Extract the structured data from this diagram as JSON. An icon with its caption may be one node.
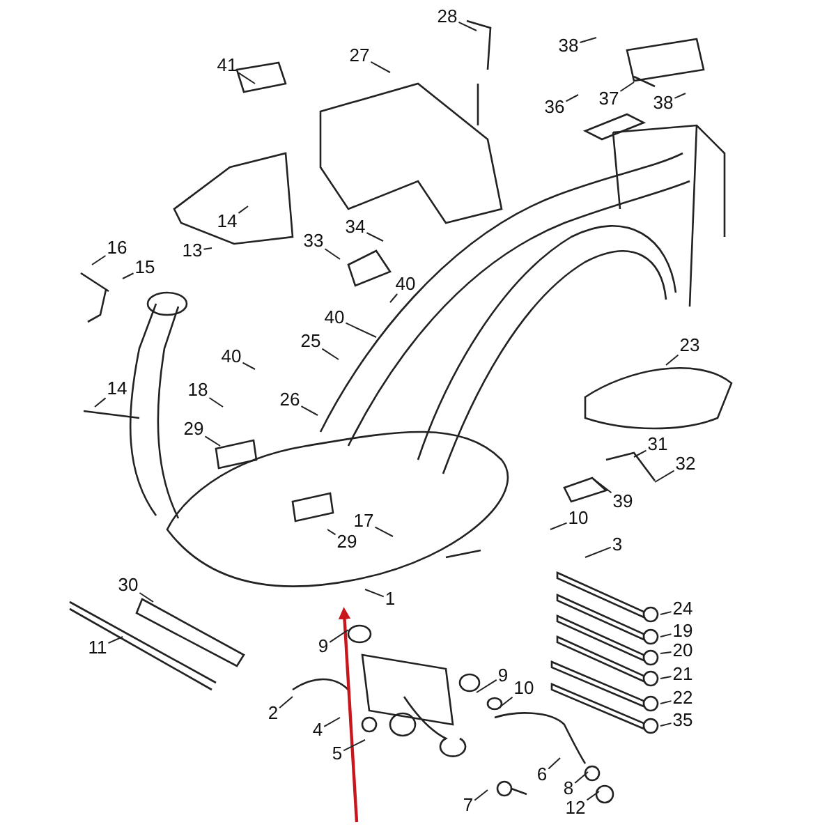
{
  "diagram": {
    "nodes": [
      {
        "text": [
          "41"
        ]
      },
      {
        "text": [
          "27"
        ]
      },
      {
        "text": [
          "28"
        ]
      },
      {
        "text": [
          "38"
        ]
      },
      {
        "text": [
          "36"
        ]
      },
      {
        "text": [
          "37"
        ]
      },
      {
        "text": [
          "38"
        ]
      },
      {
        "text": [
          "16"
        ]
      },
      {
        "text": [
          "15"
        ]
      },
      {
        "text": [
          "14"
        ]
      },
      {
        "text": [
          "13"
        ]
      },
      {
        "text": [
          "34"
        ]
      },
      {
        "text": [
          "33"
        ]
      },
      {
        "text": [
          "40"
        ]
      },
      {
        "text": [
          "40"
        ]
      },
      {
        "text": [
          "25"
        ]
      },
      {
        "text": [
          "40"
        ]
      },
      {
        "text": [
          "18"
        ]
      },
      {
        "text": [
          "26"
        ]
      },
      {
        "text": [
          "14"
        ]
      },
      {
        "text": [
          "23"
        ]
      },
      {
        "text": [
          "29"
        ]
      },
      {
        "text": [
          "31"
        ]
      },
      {
        "text": [
          "32"
        ]
      },
      {
        "text": [
          "39"
        ]
      },
      {
        "text": [
          "17"
        ]
      },
      {
        "text": [
          "10"
        ]
      },
      {
        "text": [
          "29"
        ]
      },
      {
        "text": [
          "3"
        ]
      },
      {
        "text": [
          "30"
        ]
      },
      {
        "text": [
          "1"
        ]
      },
      {
        "text": [
          "24"
        ]
      },
      {
        "text": [
          "19"
        ]
      },
      {
        "text": [
          "11"
        ]
      },
      {
        "text": [
          "9"
        ]
      },
      {
        "text": [
          "20"
        ]
      },
      {
        "text": [
          "21"
        ]
      },
      {
        "text": [
          "9"
        ]
      },
      {
        "text": [
          "10"
        ]
      },
      {
        "text": [
          "22"
        ]
      },
      {
        "text": [
          "2"
        ]
      },
      {
        "text": [
          "35"
        ]
      },
      {
        "text": [
          "4"
        ]
      },
      {
        "text": [
          "5"
        ]
      },
      {
        "text": [
          "6"
        ]
      },
      {
        "text": [
          "8"
        ]
      },
      {
        "text": [
          "12"
        ]
      },
      {
        "text": [
          "7"
        ]
      }
    ],
    "edges": [
      {
        "from": 0,
        "to": null,
        "arrow": "none"
      },
      {
        "from": 1,
        "to": null,
        "arrow": "none"
      },
      {
        "from": 2,
        "to": null,
        "arrow": "none"
      },
      {
        "from": 3,
        "to": null,
        "arrow": "none"
      },
      {
        "from": 4,
        "to": null,
        "arrow": "none"
      },
      {
        "from": 5,
        "to": null,
        "arrow": "none"
      },
      {
        "from": 6,
        "to": null,
        "arrow": "none"
      },
      {
        "from": 7,
        "to": null,
        "arrow": "none"
      },
      {
        "from": 8,
        "to": null,
        "arrow": "none"
      },
      {
        "from": 9,
        "to": null,
        "arrow": "none"
      },
      {
        "from": 10,
        "to": null,
        "arrow": "none"
      },
      {
        "from": 11,
        "to": null,
        "arrow": "none"
      },
      {
        "from": 12,
        "to": null,
        "arrow": "none"
      },
      {
        "from": 13,
        "to": null,
        "arrow": "none"
      },
      {
        "from": 14,
        "to": null,
        "arrow": "none"
      },
      {
        "from": 15,
        "to": null,
        "arrow": "none"
      },
      {
        "from": 16,
        "to": null,
        "arrow": "none"
      },
      {
        "from": 17,
        "to": null,
        "arrow": "none"
      },
      {
        "from": 18,
        "to": null,
        "arrow": "none"
      },
      {
        "from": 19,
        "to": null,
        "arrow": "none"
      },
      {
        "from": 20,
        "to": null,
        "arrow": "none"
      },
      {
        "from": 21,
        "to": null,
        "arrow": "none"
      },
      {
        "from": 22,
        "to": null,
        "arrow": "none"
      },
      {
        "from": 23,
        "to": null,
        "arrow": "none"
      },
      {
        "from": 24,
        "to": null,
        "arrow": "none"
      },
      {
        "from": 25,
        "to": null,
        "arrow": "none"
      },
      {
        "from": 26,
        "to": null,
        "arrow": "none"
      },
      {
        "from": 27,
        "to": null,
        "arrow": "none"
      },
      {
        "from": 28,
        "to": null,
        "arrow": "none"
      },
      {
        "from": 29,
        "to": null,
        "arrow": "none"
      },
      {
        "from": 30,
        "to": null,
        "arrow": "none"
      },
      {
        "from": 31,
        "to": null,
        "arrow": "none"
      },
      {
        "from": 32,
        "to": null,
        "arrow": "none"
      },
      {
        "from": 33,
        "to": null,
        "arrow": "none"
      },
      {
        "from": 34,
        "to": null,
        "arrow": "none"
      },
      {
        "from": 35,
        "to": null,
        "arrow": "none"
      },
      {
        "from": 36,
        "to": null,
        "arrow": "none"
      },
      {
        "from": 37,
        "to": null,
        "arrow": "none"
      },
      {
        "from": 38,
        "to": null,
        "arrow": "none"
      },
      {
        "from": 39,
        "to": null,
        "arrow": "none"
      },
      {
        "from": 40,
        "to": null,
        "arrow": "none"
      },
      {
        "from": 41,
        "to": null,
        "arrow": "none"
      },
      {
        "from": 42,
        "to": null,
        "arrow": "none"
      },
      {
        "from": 43,
        "to": null,
        "arrow": "none"
      },
      {
        "from": 44,
        "to": null,
        "arrow": "none"
      },
      {
        "from": 45,
        "to": null,
        "arrow": "none"
      },
      {
        "from": 46,
        "to": null,
        "arrow": "none"
      },
      {
        "from": 47,
        "to": null,
        "arrow": "none"
      }
    ]
  }
}
